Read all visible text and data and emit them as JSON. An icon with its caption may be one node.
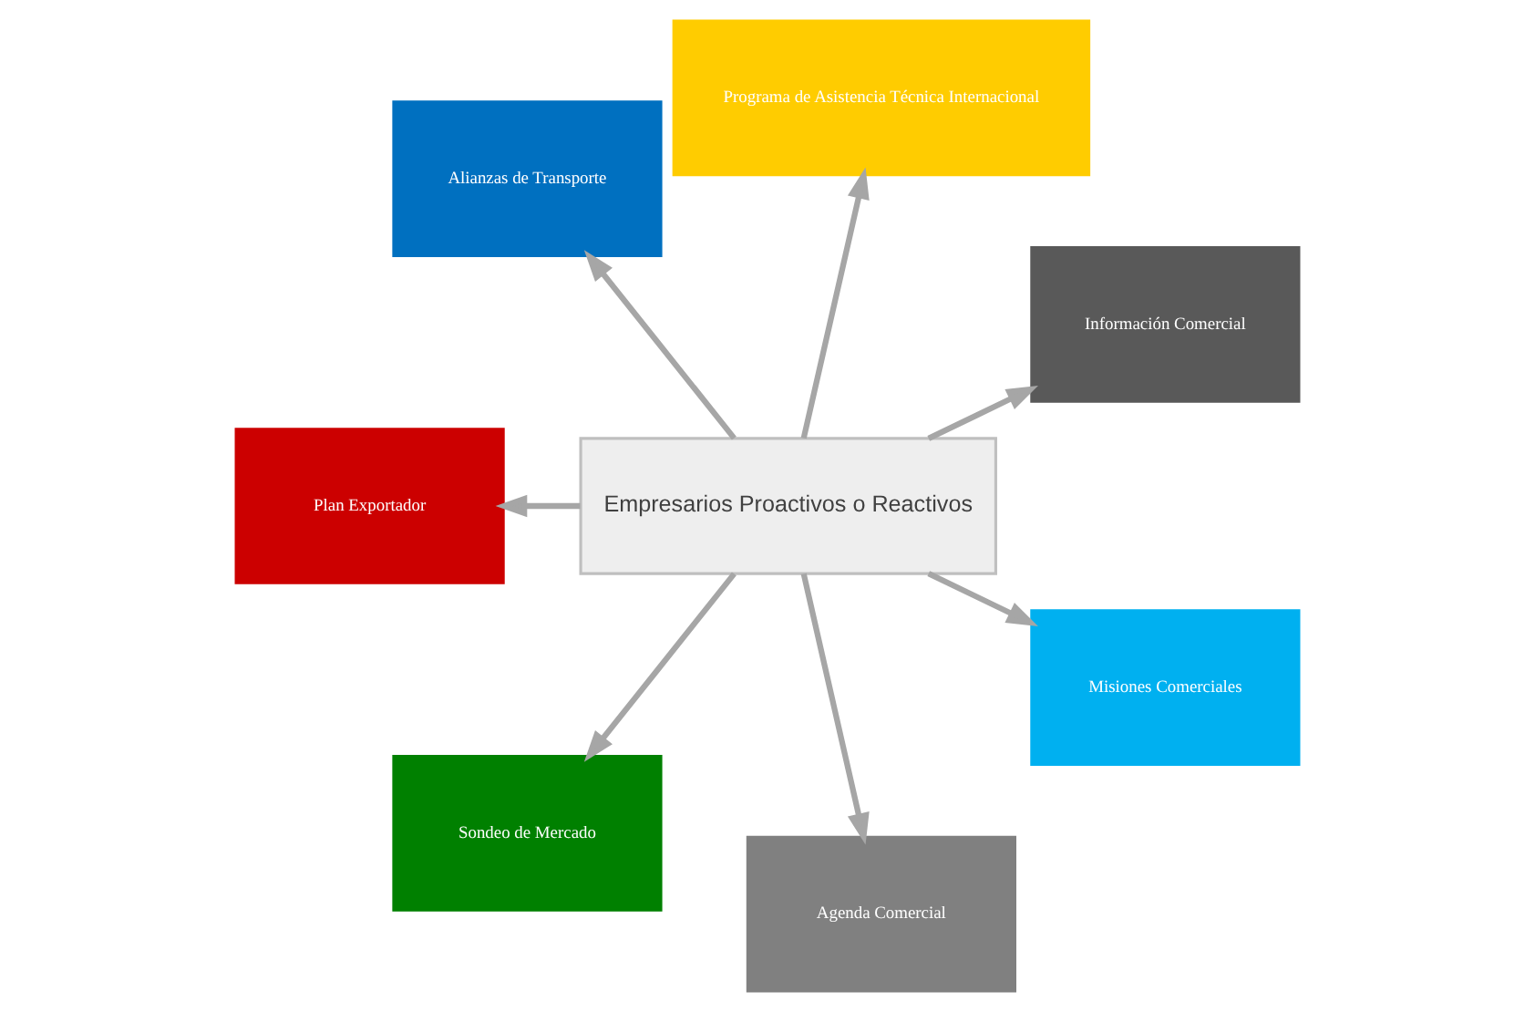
{
  "diagram": {
    "nodes": [
      {
        "text": [
          "Información Comercial"
        ]
      },
      {
        "text": [
          "Programa de Asistencia Técnica Internacional"
        ]
      },
      {
        "text": [
          "Alianzas de Transporte"
        ]
      },
      {
        "text": [
          "Plan Exportador"
        ]
      },
      {
        "text": [
          "Empresarios Proactivos o Reactivos"
        ]
      },
      {
        "text": [
          "Sondeo de Mercado"
        ]
      },
      {
        "text": [
          "Agenda Comercial"
        ]
      },
      {
        "text": [
          "Misiones Comerciales"
        ]
      }
    ],
    "edges": [
      {
        "from": 4,
        "to": 0,
        "arrow": "to"
      },
      {
        "from": 4,
        "to": 1,
        "arrow": "to"
      },
      {
        "from": 4,
        "to": 2,
        "arrow": "to"
      },
      {
        "from": 4,
        "to": 5,
        "arrow": "to"
      },
      {
        "from": 4,
        "to": 7,
        "arrow": "to"
      },
      {
        "from": 4,
        "to": 6,
        "arrow": "to"
      },
      {
        "from": 4,
        "to": 3,
        "arrow": "to"
      }
    ]
  }
}
